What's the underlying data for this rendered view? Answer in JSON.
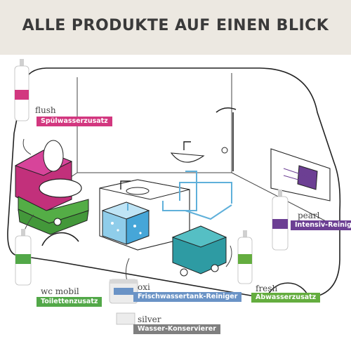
{
  "headline": "ALLE PRODUKTE AUF EINEN BLICK",
  "colors": {
    "header_bg": "#ece8e1",
    "flush": "#d2377f",
    "wc_mobil": "#52a848",
    "oxi": "#6a93c6",
    "fresh": "#64ad3f",
    "pearl": "#6c3f93",
    "silver": "#7f7f7f",
    "tank_blue": "#46a6d8",
    "tank_teal": "#2e9ba3",
    "pipe": "#5fb0da"
  },
  "products": [
    {
      "id": "flush",
      "name": "flush",
      "tagline": "Spülwasserzusatz"
    },
    {
      "id": "wc_mobil",
      "name": "wc mobil",
      "tagline": "Toilettenzusatz"
    },
    {
      "id": "oxi",
      "name": "oxi",
      "tagline": "Frischwassertank-Reiniger"
    },
    {
      "id": "fresh",
      "name": "fresh",
      "tagline": "Abwasserzusatz"
    },
    {
      "id": "pearl",
      "name": "pearl",
      "tagline": "Intensiv-Reiniger"
    },
    {
      "id": "silver",
      "name": "silver",
      "tagline": "Wasser-Konservierer"
    }
  ]
}
